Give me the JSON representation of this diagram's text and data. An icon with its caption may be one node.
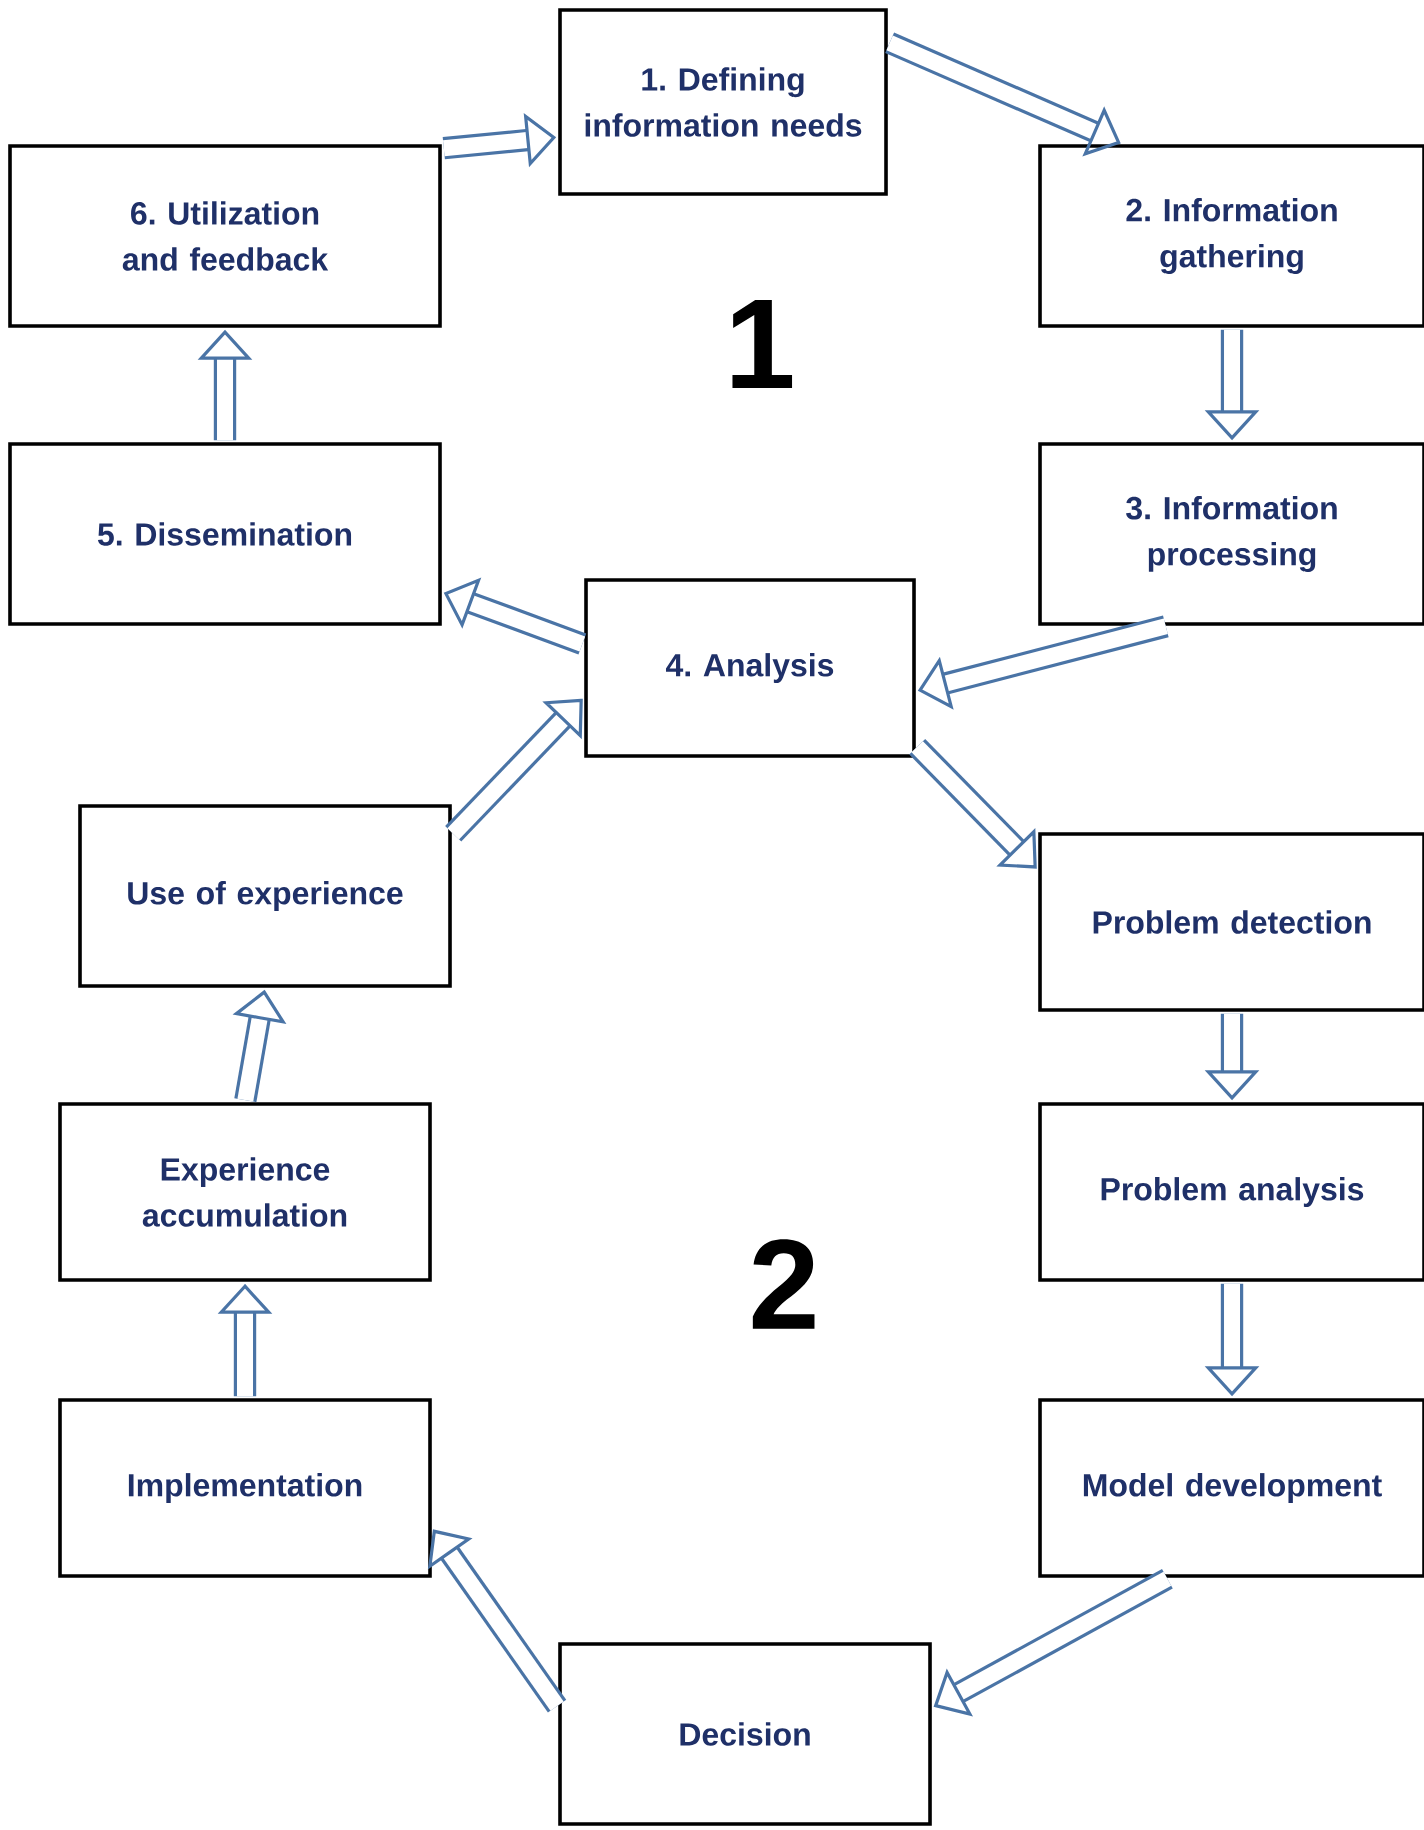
{
  "diagram": {
    "nodes": [
      {
        "text": [
          "1. Defining information needs"
        ]
      },
      {
        "text": [
          "2. Information gathering"
        ]
      },
      {
        "text": [
          "3. Information processing"
        ]
      },
      {
        "text": [
          "4. Analysis"
        ]
      },
      {
        "text": [
          "5. Dissemination"
        ]
      },
      {
        "text": [
          "6. Utilization and feedback"
        ]
      },
      {
        "text": [
          "Use of experience"
        ]
      },
      {
        "text": [
          "Experience accumulation"
        ]
      },
      {
        "text": [
          "Implementation"
        ]
      },
      {
        "text": [
          "Decision"
        ]
      },
      {
        "text": [
          "Model development"
        ]
      },
      {
        "text": [
          "Problem analysis"
        ]
      },
      {
        "text": [
          "Problem detection"
        ]
      }
    ],
    "edges": [
      {
        "from": 0,
        "to": 1,
        "arrow": "to"
      },
      {
        "from": 1,
        "to": 2,
        "arrow": "to"
      },
      {
        "from": 2,
        "to": 3,
        "arrow": "to"
      },
      {
        "from": 3,
        "to": 4,
        "arrow": "to"
      },
      {
        "from": 4,
        "to": 5,
        "arrow": "to"
      },
      {
        "from": 5,
        "to": 0,
        "arrow": "to"
      },
      {
        "from": 3,
        "to": 12,
        "arrow": "to"
      },
      {
        "from": 12,
        "to": 11,
        "arrow": "to"
      },
      {
        "from": 11,
        "to": 10,
        "arrow": "to"
      },
      {
        "from": 10,
        "to": 9,
        "arrow": "to"
      },
      {
        "from": 9,
        "to": 8,
        "arrow": "to"
      },
      {
        "from": 8,
        "to": 7,
        "arrow": "to"
      },
      {
        "from": 7,
        "to": 6,
        "arrow": "to"
      },
      {
        "from": 6,
        "to": 3,
        "arrow": "to"
      }
    ],
    "labels": [
      "1",
      "2"
    ]
  }
}
